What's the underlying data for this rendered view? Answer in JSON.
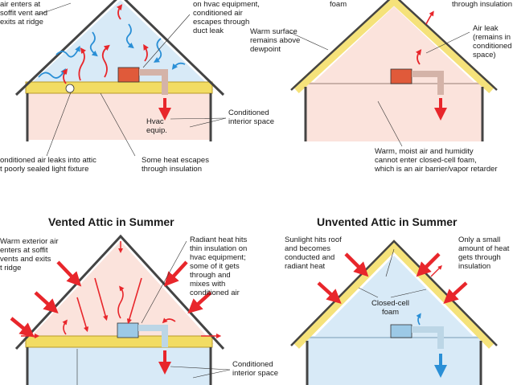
{
  "titles": {
    "vented_summer": "Vented Attic in Summer",
    "unvented_summer": "Unvented Attic in Summer"
  },
  "labels": {
    "tl_air_enters": "air enters at\nsoffit vent and\nexits at ridge",
    "tl_hvac_escape": "on hvac equipment,\nconditioned air\nescapes through\nduct leak",
    "tl_hvac_equip": "Hvac\nequip.",
    "tl_conditioned": "Conditioned\ninterior space",
    "tl_air_leaks": "onditioned air leaks into attic\nt poorly sealed light fixture",
    "tl_heat_escapes": "Some heat escapes\nthrough insulation",
    "tr_foam": "foam",
    "tr_through_insul": "through insulation",
    "tr_warm_surface": "Warm surface\nremains above\ndewpoint",
    "tr_air_leak": "Air leak\n(remains in\nconditioned\nspace)",
    "tr_warm_moist": "Warm, moist air and humidity\ncannot enter closed-cell foam,\nwhich is an air barrier/vapor retarder",
    "bl_warm_exterior": "Warm exterior air\nenters at soffit\nvents and exits\nt ridge",
    "bl_radiant": "Radiant heat hits\nthin insulation on\nhvac equipment;\nsome of it gets\nthrough and\nmixes with\nconditioned air",
    "bl_conditioned": "Conditioned\ninterior space",
    "br_sunlight": "Sunlight hits roof\nand becomes\nconducted and\nradiant heat",
    "br_small_heat": "Only a small\namount of heat\ngets through\ninsulation",
    "br_closed_cell": "Closed-cell\nfoam"
  },
  "colors": {
    "warm_fill": "#fbe3dc",
    "cool_fill": "#d8eaf7",
    "insulation": "#f2dc63",
    "foam": "#f5e27a",
    "red_arrow": "#e8262b",
    "blue_arrow": "#2a8fd6",
    "hvac_red": "#e05a3a",
    "hvac_blue": "#9cc9e6",
    "wall": "#444444"
  }
}
